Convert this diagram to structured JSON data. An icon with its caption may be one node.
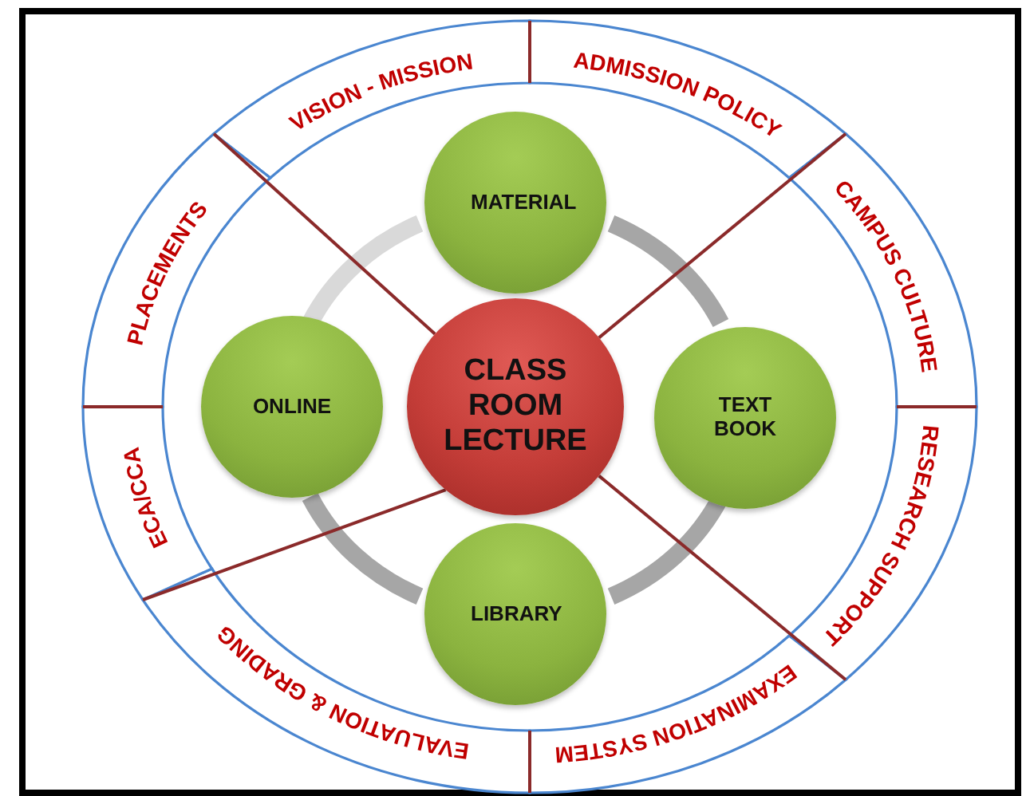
{
  "diagram": {
    "nodes": [
      {
        "text": [
          "VISION - MISSION"
        ]
      },
      {
        "text": [
          "ADMISSION POLICY"
        ]
      },
      {
        "text": [
          "CAMPUS CULTURE"
        ]
      },
      {
        "text": [
          "RESEARCH SUPPORT"
        ]
      },
      {
        "text": [
          "EXAMINATION SYSTEM"
        ]
      },
      {
        "text": [
          "EVALUATION & GRADING"
        ]
      },
      {
        "text": [
          "ECA/CCA"
        ]
      },
      {
        "text": [
          "PLACEMENTS"
        ]
      },
      {
        "text": [
          "MATERIAL"
        ]
      },
      {
        "text": [
          "ONLINE"
        ]
      },
      {
        "text": [
          "CLASS ROOM LECTURE"
        ]
      },
      {
        "text": [
          "TEXT BOOK"
        ]
      },
      {
        "text": [
          "LIBRARY"
        ]
      }
    ],
    "edges": [
      {
        "from": 8,
        "to": 9,
        "arrow": "none",
        "style": "thick",
        "color": "#d9d9d9"
      },
      {
        "from": 8,
        "to": 11,
        "arrow": "none",
        "style": "thick",
        "color": "#a6a6a6"
      },
      {
        "from": 11,
        "to": 12,
        "arrow": "none",
        "style": "thick",
        "color": "#a6a6a6"
      },
      {
        "from": 12,
        "to": 9,
        "arrow": "none",
        "style": "thick",
        "color": "#a6a6a6"
      },
      {
        "from": 10,
        "to": 0,
        "arrow": "none",
        "color": "#8b2a2a"
      },
      {
        "from": 10,
        "to": 1,
        "arrow": "none",
        "color": "#8b2a2a"
      },
      {
        "from": 10,
        "to": 4,
        "arrow": "none",
        "color": "#8b2a2a"
      },
      {
        "from": 10,
        "to": 6,
        "arrow": "none",
        "color": "#8b2a2a"
      }
    ]
  }
}
